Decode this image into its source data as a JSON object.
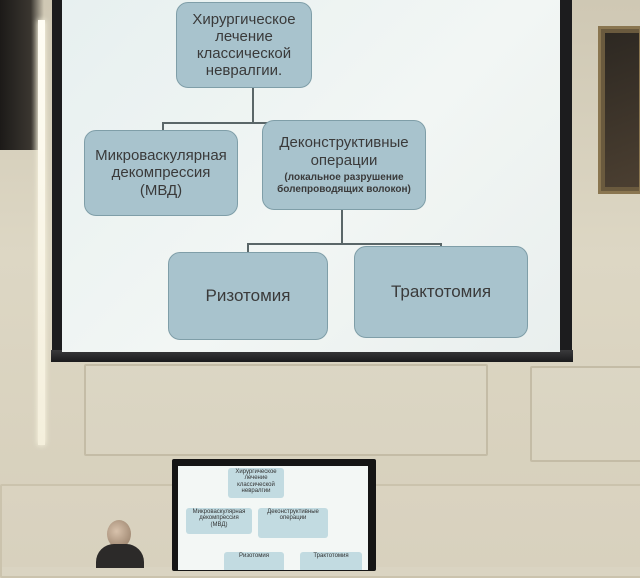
{
  "slide": {
    "root": [
      "Хирургическое",
      "лечение",
      "классической",
      "невралгии."
    ],
    "left_mid": [
      "Микроваскулярная",
      "декомпрессия",
      "(МВД)"
    ],
    "right_mid": {
      "title": [
        "Деконструктивные",
        "операции"
      ],
      "note": [
        "(локальное разрушение",
        "болепроводящих волокон)"
      ]
    },
    "bottom_left": "Ризотомия",
    "bottom_right": "Трактотомия"
  },
  "monitor": {
    "root": [
      "Хирургическое",
      "лечение",
      "классической",
      "невралгии"
    ],
    "left_mid": [
      "Микроваскулярная",
      "декомпрессия",
      "(МВД)"
    ],
    "right_mid": [
      "Деконструктивные",
      "операции"
    ],
    "bottom_left": "Ризотомия",
    "bottom_right": "Трактотомия"
  },
  "colors": {
    "node_fill": "#a8c3cd",
    "node_border": "#7f9ea8",
    "slide_bg": "#eef4f2",
    "screen_frame": "#1c1c1e"
  },
  "icons": [
    "person-head-icon"
  ]
}
